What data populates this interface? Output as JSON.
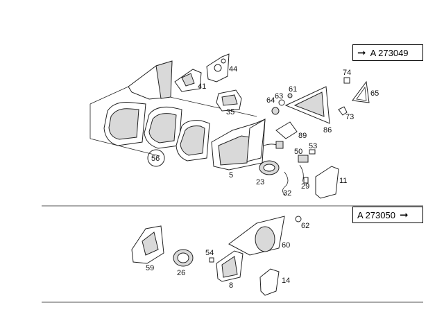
{
  "references": {
    "top": {
      "arrow": "➞",
      "code": "A 273049"
    },
    "bottom": {
      "code": "A 273050",
      "arrow": "➞"
    }
  },
  "parts": {
    "p74": "74",
    "p65": "65",
    "p61": "61",
    "p63": "63",
    "p64": "64",
    "p41": "41",
    "p44": "44",
    "p35": "35",
    "p86": "86",
    "p73": "73",
    "p89": "89",
    "p56": "56",
    "p5": "5",
    "p53": "53",
    "p50": "50",
    "p23": "23",
    "p29": "29",
    "p32": "32",
    "p11": "11",
    "p62": "62",
    "p60": "60",
    "p54": "54",
    "p59": "59",
    "p26": "26",
    "p8": "8",
    "p14": "14"
  }
}
